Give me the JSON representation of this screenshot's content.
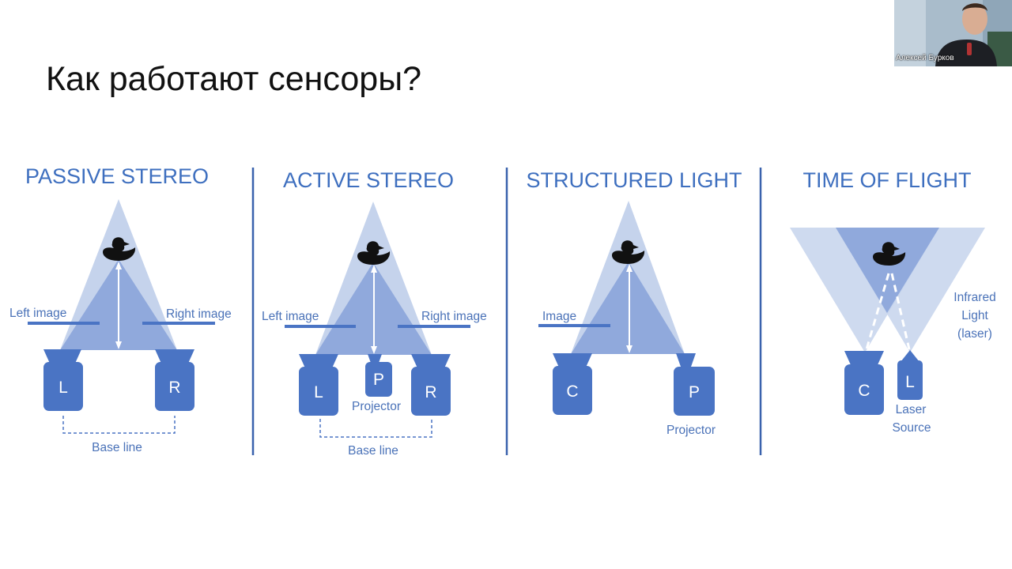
{
  "slide": {
    "title": "Как работают сенсоры?"
  },
  "webcam": {
    "caption": "Алексей Бурков"
  },
  "panels": {
    "passive_stereo": {
      "title": "PASSIVE STEREO",
      "left_image": "Left image",
      "right_image": "Right image",
      "left_camera": "L",
      "right_camera": "R",
      "base_line": "Base line"
    },
    "active_stereo": {
      "title": "ACTIVE STEREO",
      "left_image": "Left image",
      "right_image": "Right image",
      "left_camera": "L",
      "projector_box": "P",
      "projector_label": "Projector",
      "right_camera": "R",
      "base_line": "Base line"
    },
    "structured_light": {
      "title": "STRUCTURED LIGHT",
      "image": "Image",
      "camera": "C",
      "projector_box": "P",
      "projector_label": "Projector"
    },
    "time_of_flight": {
      "title": "TIME OF FLIGHT",
      "infrared_line1": "Infrared",
      "infrared_line2": "Light",
      "infrared_line3": "(laser)",
      "camera": "C",
      "laser_box": "L",
      "laser_line1": "Laser",
      "laser_line2": "Source"
    }
  },
  "colors": {
    "title_blue": "#3e6fbf",
    "box_blue": "#4a74c4",
    "light_blue": "#c5d3ec",
    "mid_blue": "#90a9dc",
    "divider": "#3a62ad"
  }
}
